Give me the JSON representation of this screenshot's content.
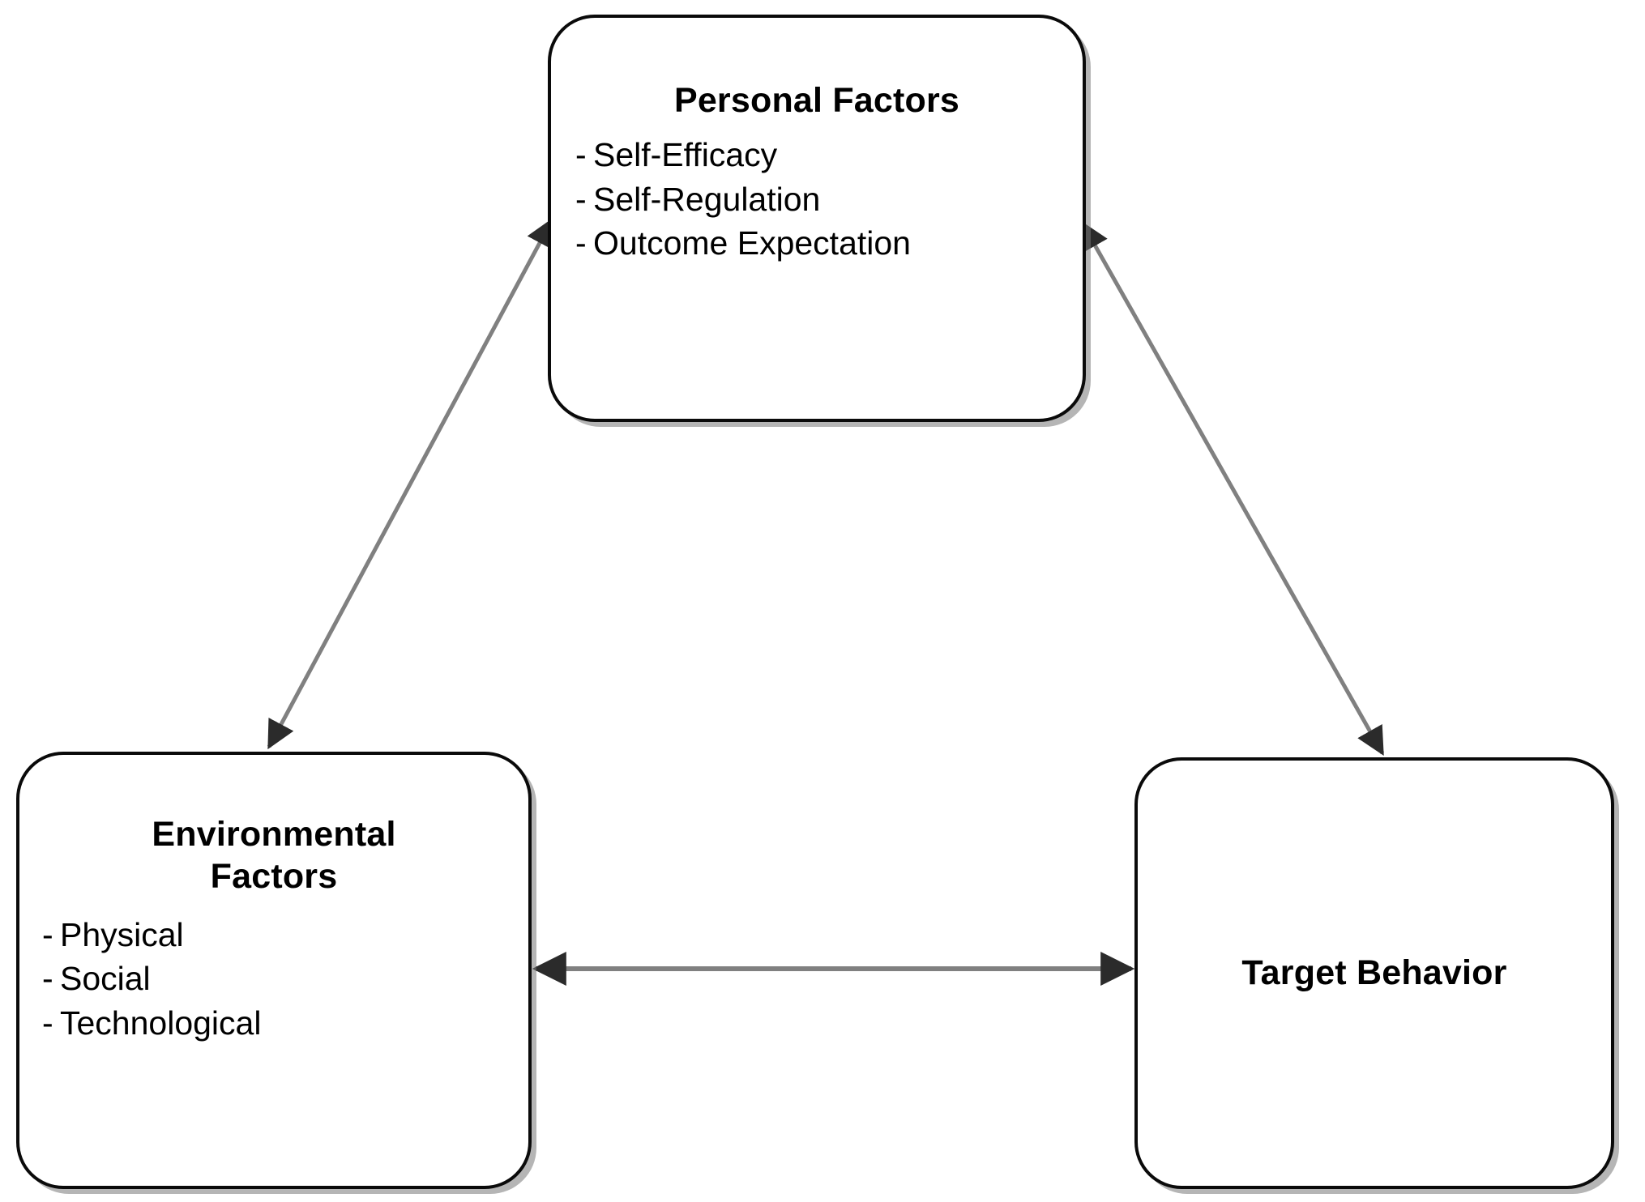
{
  "diagram": {
    "type": "triangular-reciprocal-determinism-model",
    "background_color": "#ffffff",
    "node_border_color": "#0a0a0a",
    "node_fill_color": "#ffffff",
    "arrow_color": "#808080",
    "arrowhead_color": "#2b2b2b",
    "text_color": "#000000"
  },
  "nodes": {
    "personal": {
      "title": "Personal Factors",
      "bullets": [
        "Self-Efficacy",
        "Self-Regulation",
        "Outcome Expectation"
      ],
      "bullet_marker": "-"
    },
    "environmental": {
      "title": "Environmental Factors",
      "title_line_1": "Environmental",
      "title_line_2": "Factors",
      "bullets": [
        "Physical",
        "Social",
        "Technological"
      ],
      "bullet_marker": "-"
    },
    "target": {
      "title": "Target Behavior",
      "bullets": [],
      "bullet_marker": "-"
    }
  },
  "connections": [
    {
      "id": "personal-environmental",
      "from": "personal",
      "to": "environmental",
      "style": "double-headed",
      "orientation": "diagonal"
    },
    {
      "id": "personal-target",
      "from": "personal",
      "to": "target",
      "style": "double-headed",
      "orientation": "diagonal"
    },
    {
      "id": "environmental-target",
      "from": "environmental",
      "to": "target",
      "style": "double-headed",
      "orientation": "horizontal"
    }
  ]
}
